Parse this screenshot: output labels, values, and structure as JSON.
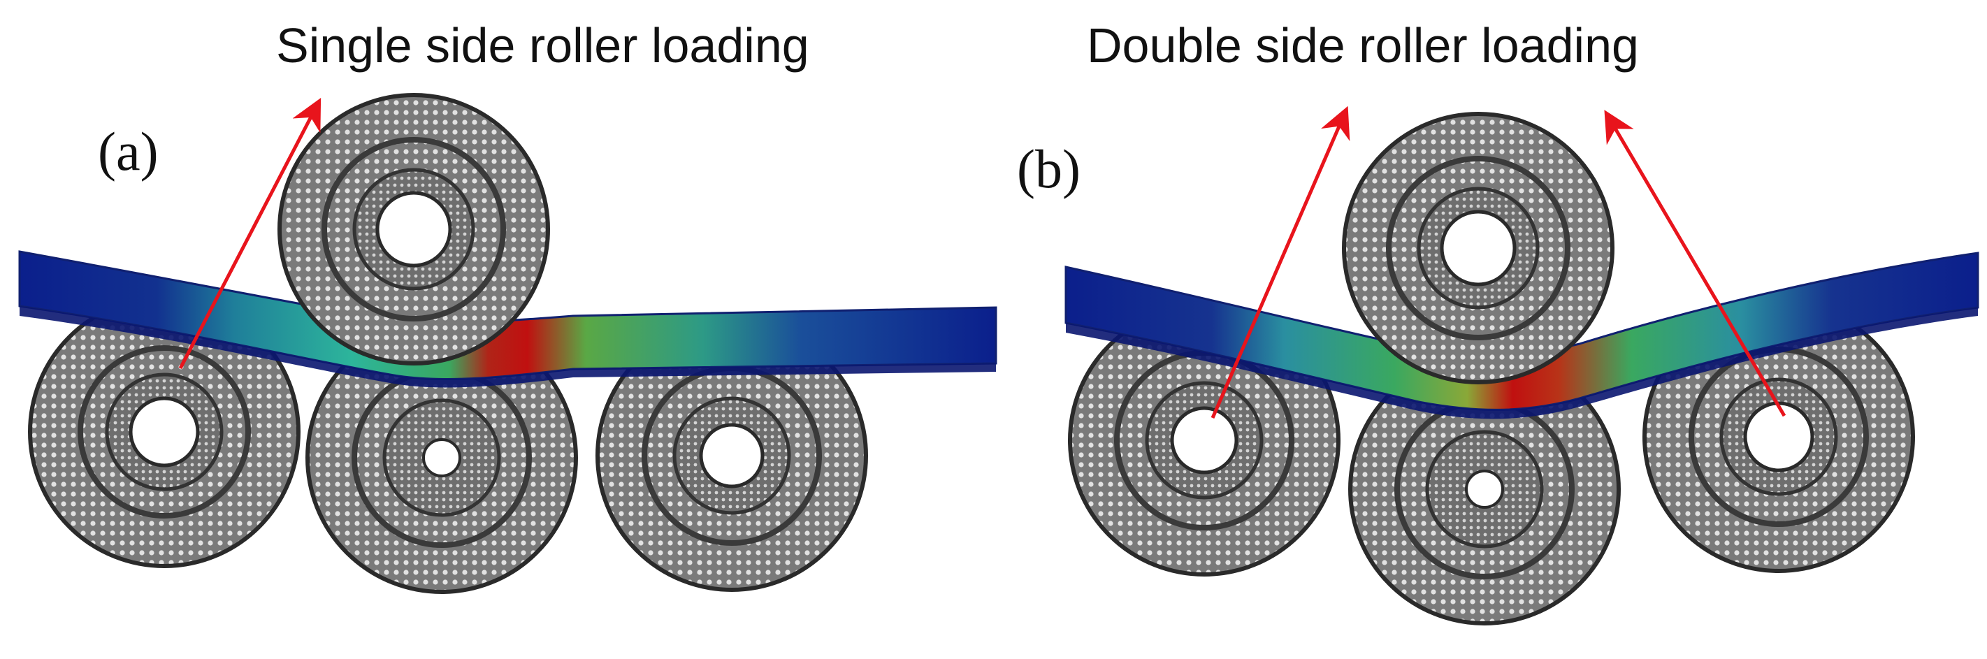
{
  "panels": [
    {
      "label": "(a)",
      "title": "Single side roller loading"
    },
    {
      "label": "(b)",
      "title": "Double side roller loading"
    }
  ],
  "colors": {
    "arrow": "#e8141c",
    "roller_fill": "#8c8c8c",
    "roller_mesh": "#d8d8d8",
    "roller_outline": "#2a2a2a",
    "stress_low": "#0b1f8c",
    "stress_mid": "#2aa89a",
    "stress_high": "#c01010"
  }
}
